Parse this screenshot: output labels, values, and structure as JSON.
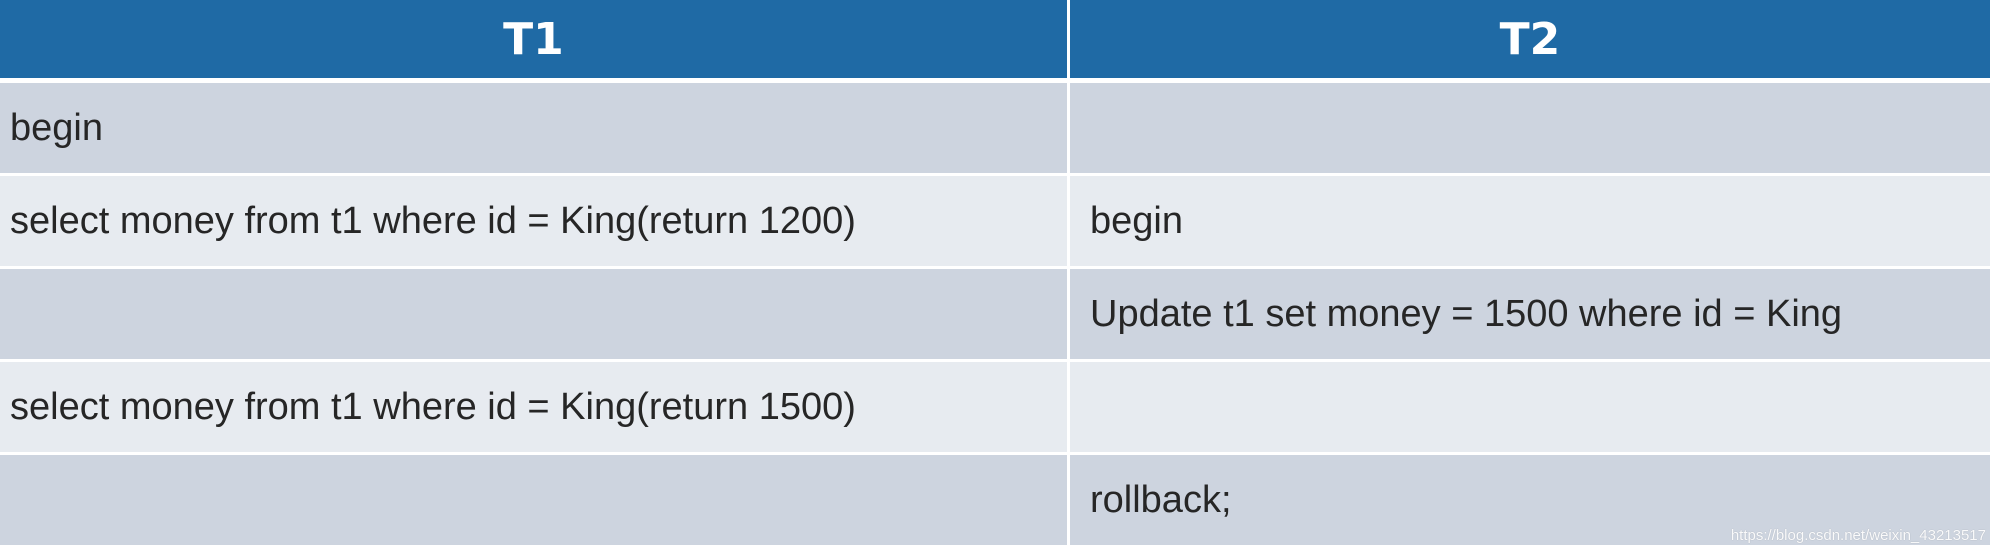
{
  "table": {
    "headers": [
      "T1",
      "T2"
    ],
    "rows": [
      [
        "begin",
        ""
      ],
      [
        "select money from t1 where id = King(return 1200)",
        "begin"
      ],
      [
        "",
        "Update t1 set money = 1500 where id = King"
      ],
      [
        "select money from t1 where id = King(return 1500)",
        ""
      ],
      [
        "",
        "rollback;"
      ]
    ]
  },
  "watermark": "https://blog.csdn.net/weixin_43213517",
  "colors": {
    "header_bg": "#1f6aa5",
    "row_dark": "#cdd4df",
    "row_light": "#e7ebf0",
    "text": "#262626"
  }
}
